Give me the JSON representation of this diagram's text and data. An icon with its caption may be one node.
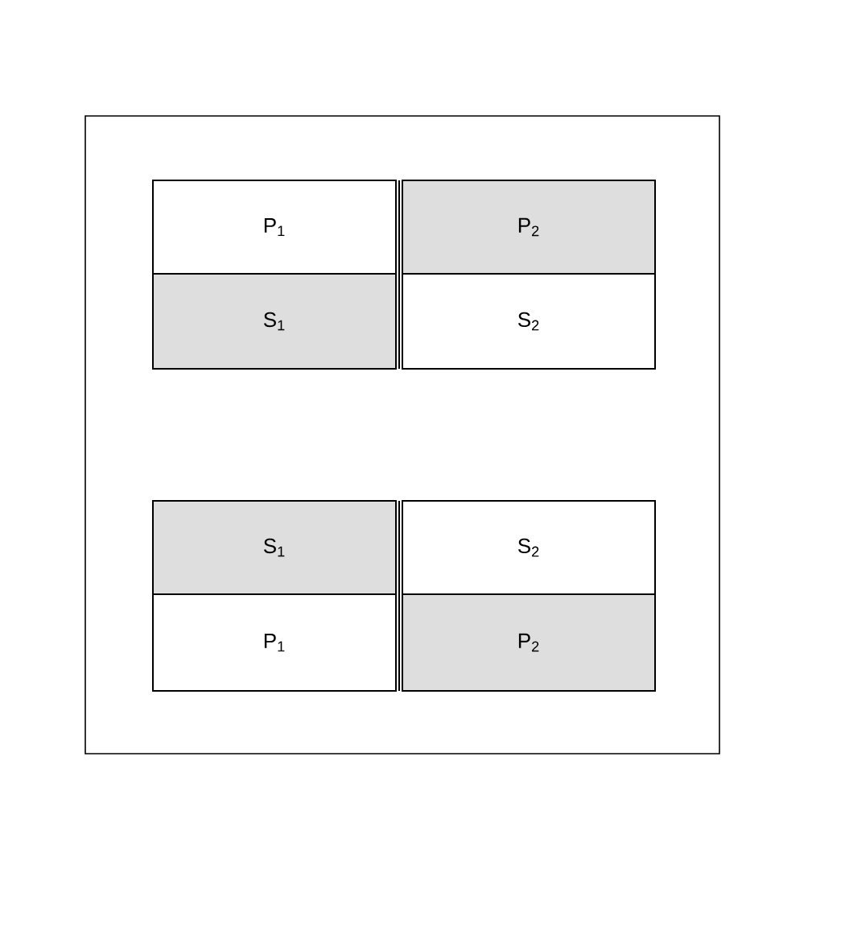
{
  "diagram": {
    "nodes": [
      {
        "text": [],
        "shape": "box"
      },
      {
        "text": [
          "P$_{1}$"
        ],
        "in": 0
      },
      {
        "text": [
          "P$_{2}$"
        ],
        "in": 0
      },
      {
        "text": [
          "S$_{1}$"
        ],
        "in": 0
      },
      {
        "text": [
          "S$_{2}$"
        ],
        "in": 0
      },
      {
        "text": [
          "S$_{1}$"
        ],
        "in": 0
      },
      {
        "text": [
          "S$_{2}$"
        ],
        "in": 0
      },
      {
        "text": [
          "P$_{1}$"
        ],
        "in": 0
      },
      {
        "text": [
          "P$_{2}$"
        ],
        "in": 0
      }
    ]
  }
}
